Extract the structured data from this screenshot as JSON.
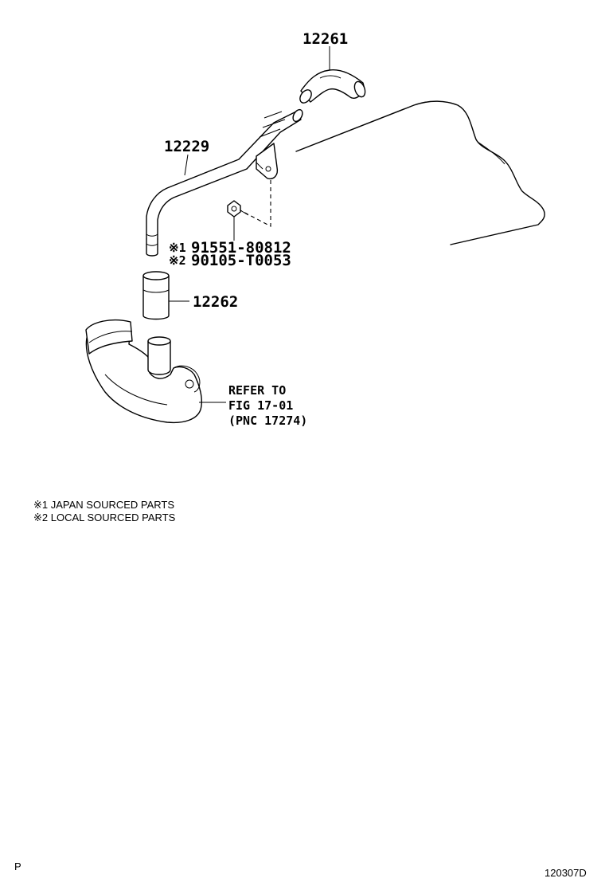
{
  "parts": {
    "hose_upper": "12261",
    "pipe": "12229",
    "hose_lower": "12262",
    "bolt_japan": {
      "mark": "※1",
      "number": "91551-80812"
    },
    "bolt_local": {
      "mark": "※2",
      "number": "90105-T0053"
    }
  },
  "reference": {
    "line1": "REFER TO",
    "line2": "FIG 17-01",
    "line3": "(PNC 17274)"
  },
  "notes": {
    "japan": "※1 JAPAN SOURCED PARTS",
    "local": "※2 LOCAL SOURCED PARTS"
  },
  "corner": {
    "left": "P",
    "right": "120307D"
  }
}
